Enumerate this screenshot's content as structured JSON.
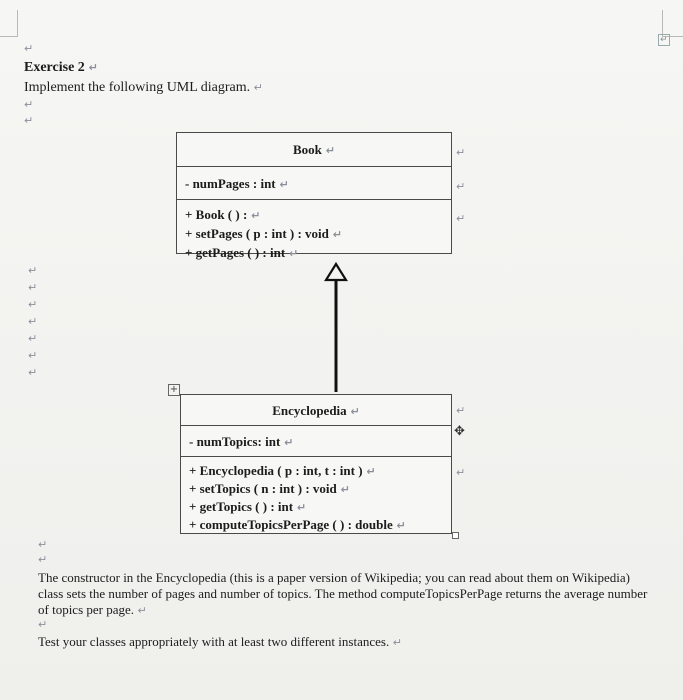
{
  "exercise": {
    "title": "Exercise 2",
    "instruction": "Implement the following UML diagram."
  },
  "book": {
    "name": "Book",
    "attribute": "- numPages : int",
    "methods": [
      "+ Book ( ) :",
      "+ setPages ( p : int ) : void",
      "+ getPages ( ) : int"
    ]
  },
  "encyclopedia": {
    "name": "Encyclopedia",
    "attribute": "- numTopics: int",
    "methods": [
      "+ Encyclopedia ( p : int, t : int )",
      "+ setTopics ( n : int ) : void",
      "+ getTopics ( ) : int",
      "+ computeTopicsPerPage ( ) : double"
    ]
  },
  "description": "The constructor in the Encyclopedia (this is a paper version of Wikipedia; you can read about them on Wikipedia) class sets the number of pages and number of topics. The method computeTopicsPerPage returns the average number of topics per page.",
  "test_note": "Test your classes appropriately with at least two different instances.",
  "colors": {
    "paragraph_mark": "#8a8f99",
    "border": "#4a4a4a",
    "spell_underline": "#b33333"
  }
}
